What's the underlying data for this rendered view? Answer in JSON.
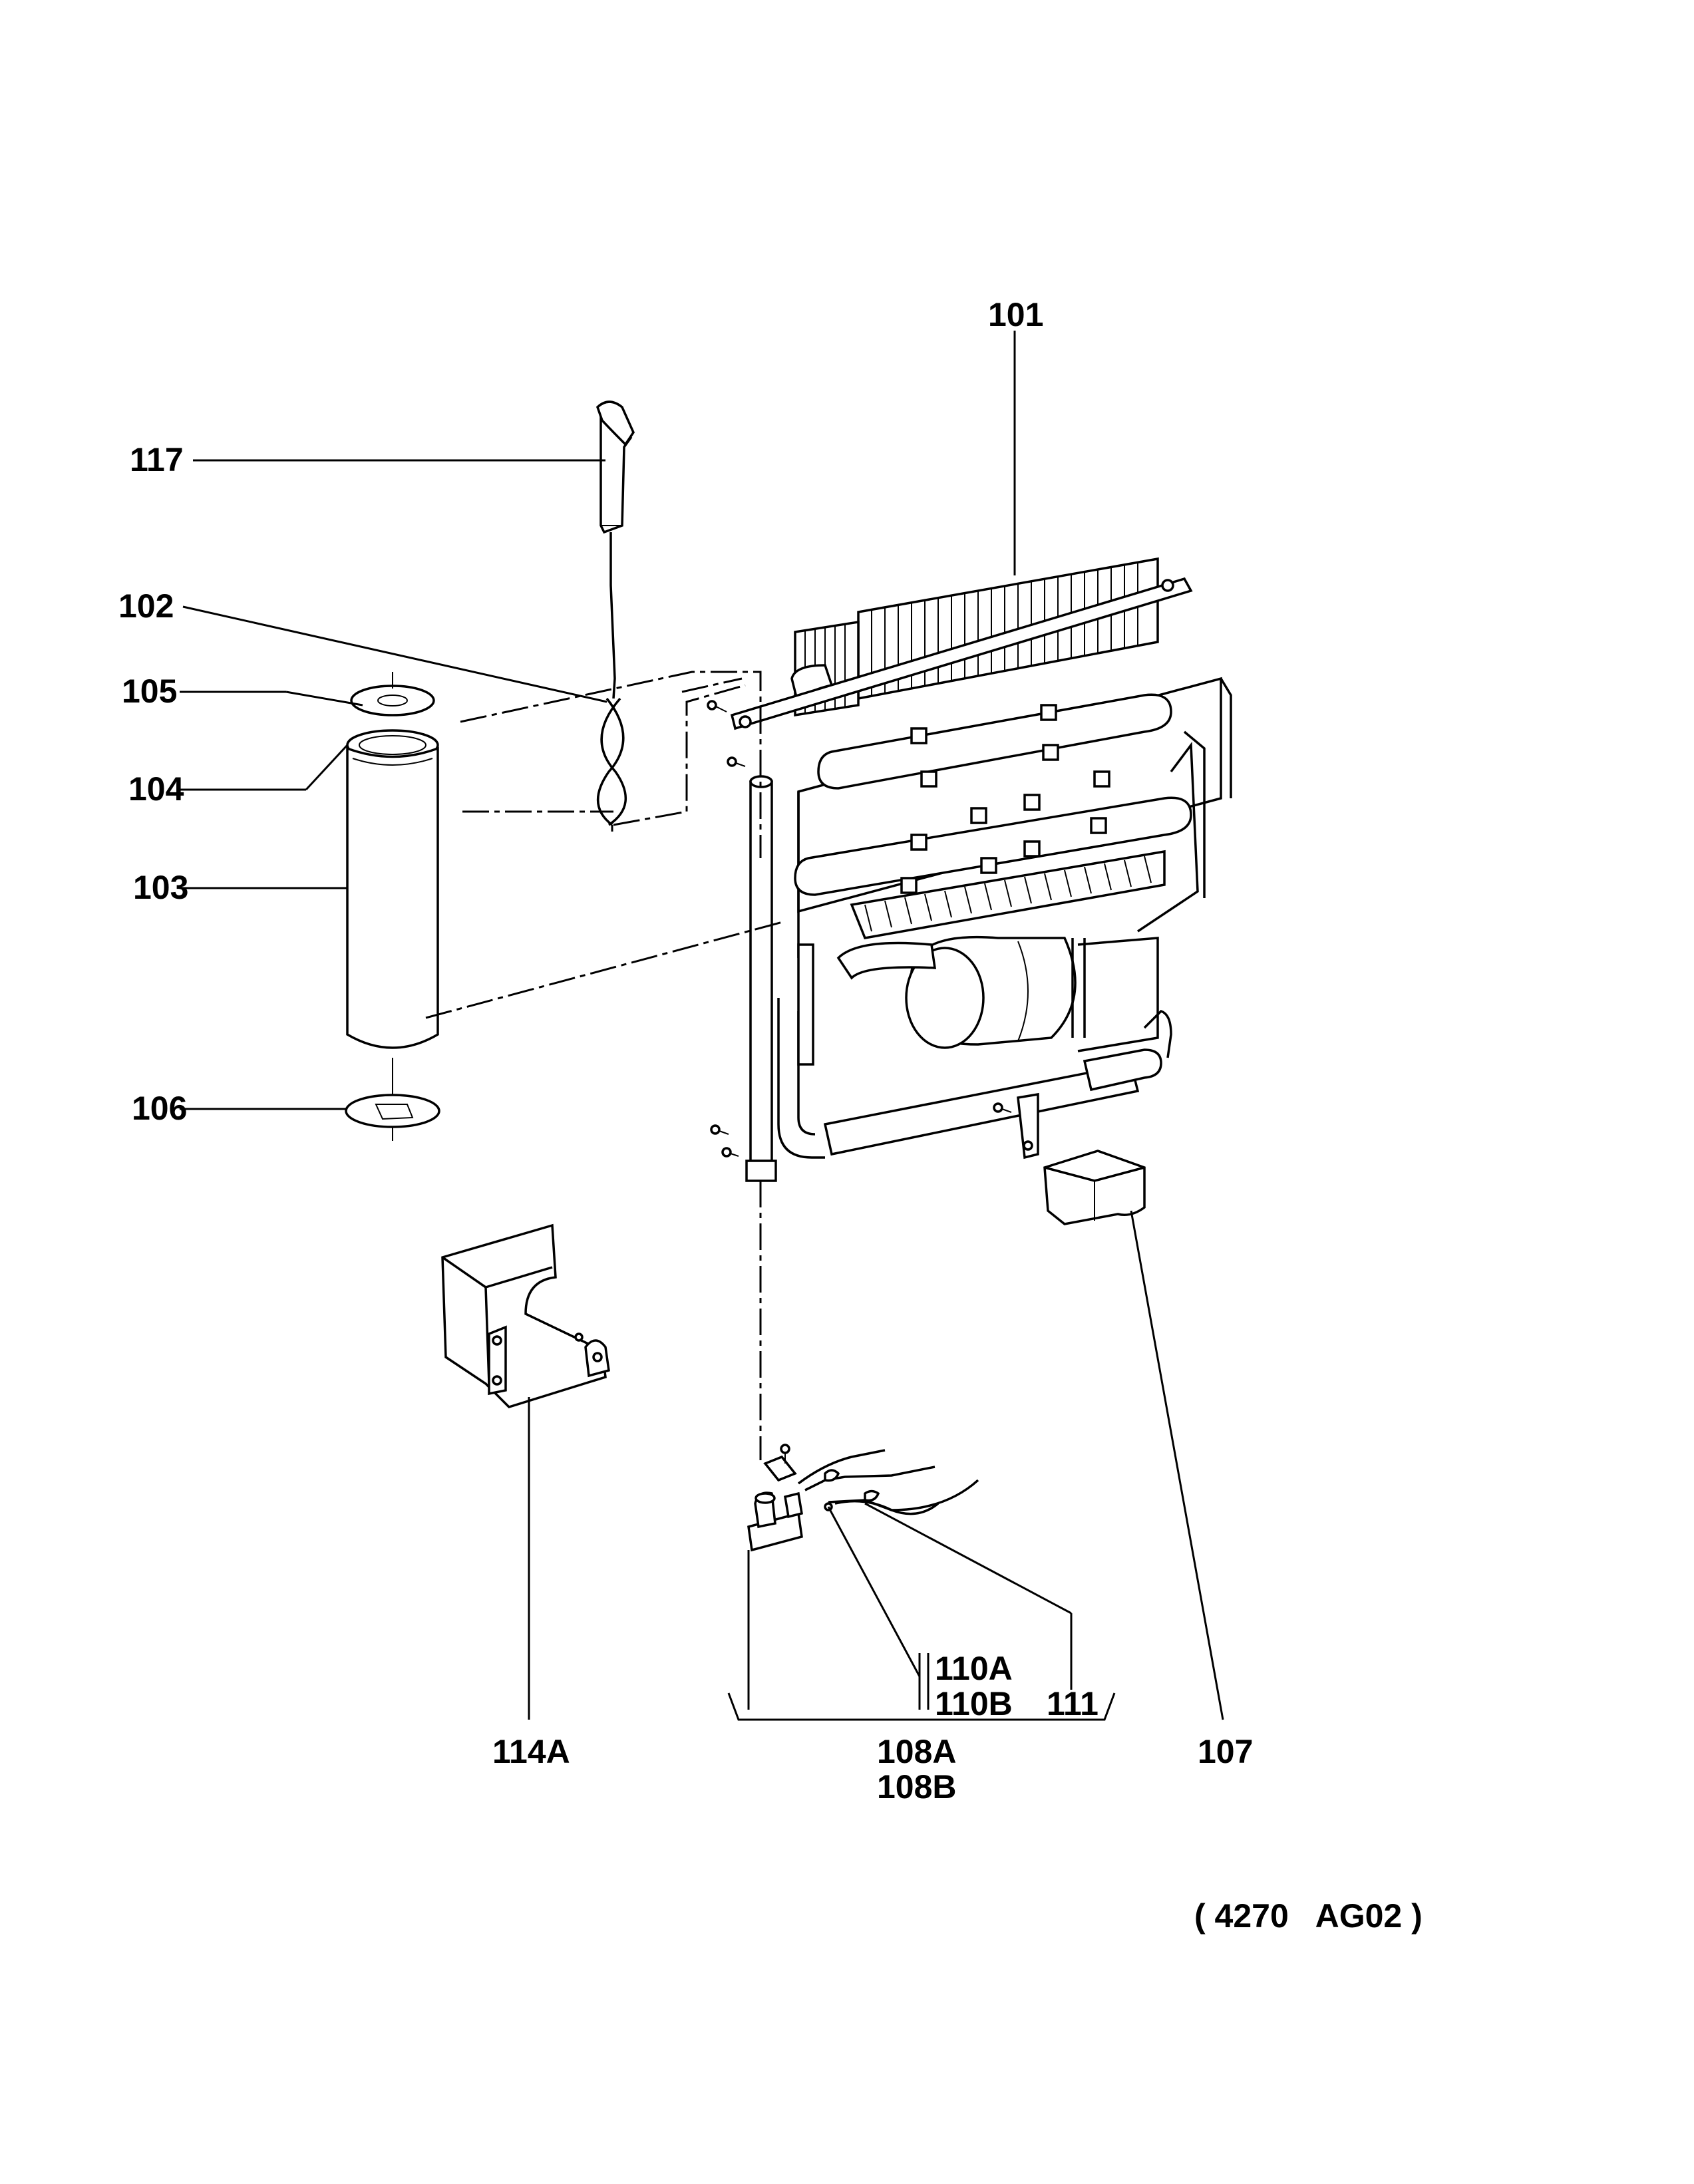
{
  "labels": {
    "l101": "101",
    "l117": "117",
    "l102": "102",
    "l105": "105",
    "l104": "104",
    "l103": "103",
    "l106": "106",
    "l114a": "114A",
    "l110a": "110A",
    "l110b": "110B",
    "l111": "111",
    "l108a": "108A",
    "l108b": "108B",
    "l107": "107",
    "code": "( 4270   AG02 )"
  }
}
